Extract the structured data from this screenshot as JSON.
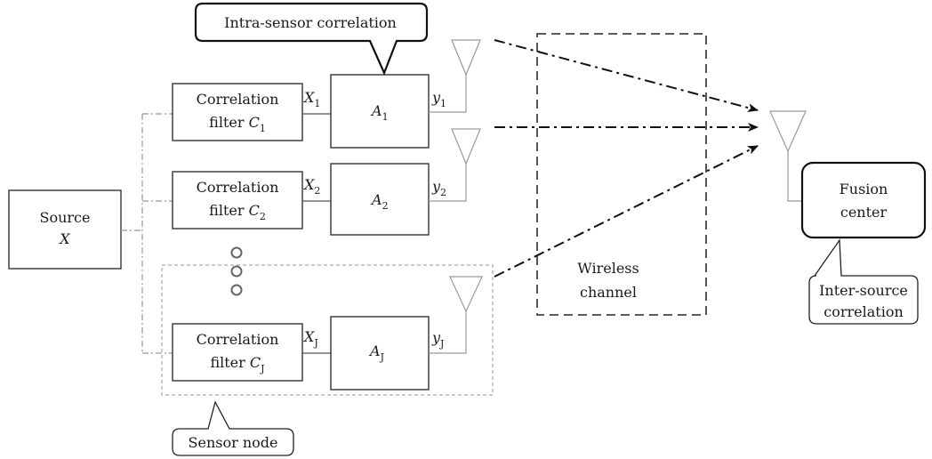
{
  "source": {
    "line1": "Source",
    "line2": "X"
  },
  "sensors": [
    {
      "filter_line1": "Correlation",
      "filter_line2": "filter ",
      "filter_sym": "C",
      "filter_sub": "1",
      "x_sym": "X",
      "x_sub": "1",
      "a_sym": "A",
      "a_sub": "1",
      "y_sym": "y",
      "y_sub": "1"
    },
    {
      "filter_line1": "Correlation",
      "filter_line2": "filter ",
      "filter_sym": "C",
      "filter_sub": "2",
      "x_sym": "X",
      "x_sub": "2",
      "a_sym": "A",
      "a_sub": "2",
      "y_sym": "y",
      "y_sub": "2"
    },
    {
      "filter_line1": "Correlation",
      "filter_line2": "filter ",
      "filter_sym": "C",
      "filter_sub": "J",
      "x_sym": "X",
      "x_sub": "J",
      "a_sym": "A",
      "a_sub": "J",
      "y_sym": "y",
      "y_sub": "J"
    }
  ],
  "wireless_channel": {
    "line1": "Wireless",
    "line2": "channel"
  },
  "fusion_center": {
    "line1": "Fusion",
    "line2": "center"
  },
  "callouts": {
    "intra": "Intra-sensor correlation",
    "inter_line1": "Inter-source",
    "inter_line2": "correlation",
    "sensor_node": "Sensor node"
  }
}
